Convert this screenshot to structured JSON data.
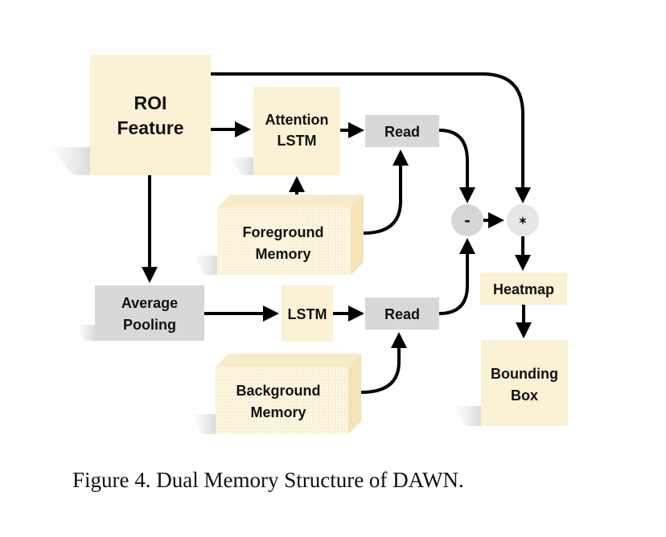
{
  "nodes": {
    "roi_feature": {
      "line1": "ROI",
      "line2": "Feature"
    },
    "attention_lstm": {
      "line1": "Attention",
      "line2": "LSTM"
    },
    "read_fg": {
      "label": "Read"
    },
    "foreground_memory": {
      "line1": "Foreground",
      "line2": "Memory"
    },
    "average_pooling": {
      "line1": "Average",
      "line2": "Pooling"
    },
    "lstm": {
      "label": "LSTM"
    },
    "read_bg": {
      "label": "Read"
    },
    "background_memory": {
      "line1": "Background",
      "line2": "Memory"
    },
    "subtract_op": {
      "symbol": "-"
    },
    "multiply_op": {
      "symbol": "✶"
    },
    "heatmap": {
      "label": "Heatmap"
    },
    "bounding_box": {
      "line1": "Bounding",
      "line2": "Box"
    }
  },
  "colors": {
    "feature_box": "#fbf1d4",
    "memory_box": "#fdf7e4",
    "gray_box": "#d8d8d8",
    "arrow": "#000000"
  },
  "caption": "Figure 4. Dual Memory Structure of DAWN."
}
